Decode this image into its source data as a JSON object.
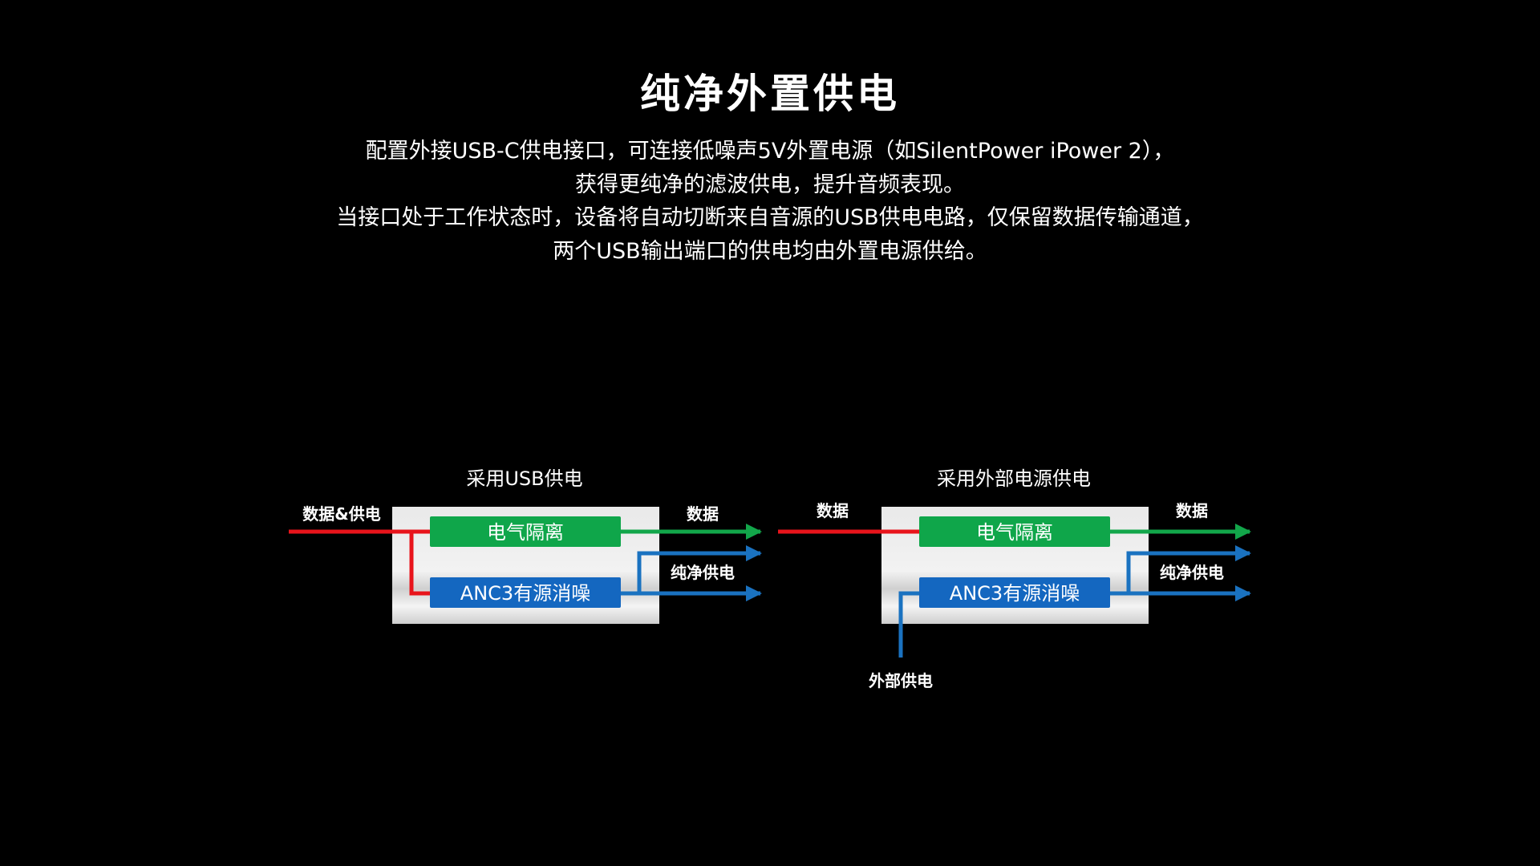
{
  "title": "纯净外置供电",
  "intro_lines": [
    "配置外接USB-C供电接口，可连接低噪声5V外置电源（如SilentPower iPower 2），",
    "获得更纯净的滤波供电，提升音频表现。",
    "当接口处于工作状态时，设备将自动切断来自音源的USB供电电路，仅保留数据传输通道，",
    "两个USB输出端口的供电均由外置电源供给。"
  ],
  "diagrams": [
    {
      "caption": "采用USB供电",
      "input_label": "数据&供电",
      "module_top": "电气隔离",
      "module_bottom": "ANC3有源消噪",
      "out_data_label": "数据",
      "out_power_label": "纯净供电"
    },
    {
      "caption": "采用外部电源供电",
      "input_label": "数据",
      "module_top": "电气隔离",
      "module_bottom": "ANC3有源消噪",
      "out_data_label": "数据",
      "out_power_label": "纯净供电",
      "external_label": "外部供电"
    }
  ],
  "colors": {
    "background": "#000000",
    "text": "#ffffff",
    "input_line": "#e8141b",
    "data_line": "#12a64a",
    "power_line": "#1a72c0",
    "module_green": "#0fa64a",
    "module_blue": "#1467c0",
    "panel": "#e8e8e8"
  }
}
